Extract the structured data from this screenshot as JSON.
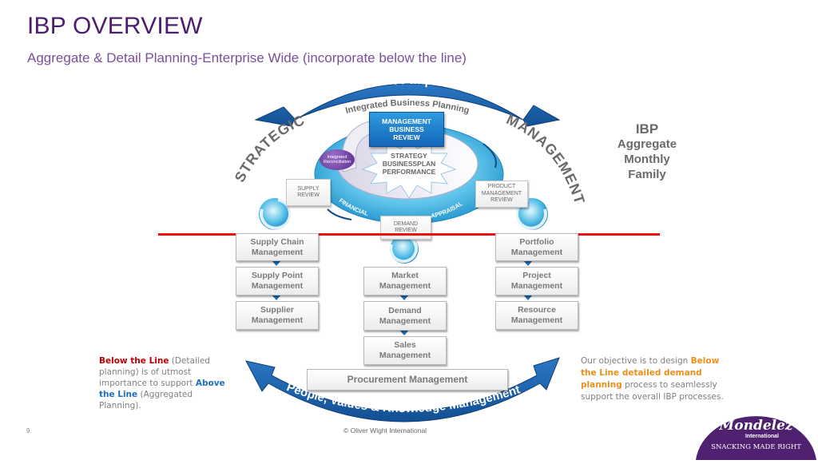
{
  "slide": {
    "title": "IBP OVERVIEW",
    "subtitle": "Aggregate & Detail Planning-Enterprise Wide (incorporate below the line)",
    "page_number": "9",
    "copyright": "© Oliver Wight International"
  },
  "diagram": {
    "top_arc_label": "Performance Improvement",
    "top_subtitle": "Integrated Business Planning",
    "left_arc_label": "STRATEGIC",
    "right_arc_label": "MANAGEMENT",
    "bottom_arc_label": "People, Values & Knowledge Management",
    "center_box": "MANAGEMENT\nBUSINESS\nREVIEW",
    "center_star": "STRATEGY\nBUSINESSPLAN\nPERFORMANCE",
    "integrated_reconciliation": "Integrated\nReconciliation",
    "ring_labels": {
      "financial": "FINANCIAL",
      "appraisal": "APPRAISAL"
    },
    "reviews": {
      "supply": "SUPPLY\nREVIEW",
      "demand": "DEMAND\nREVIEW",
      "product": "PRODUCT\nMANAGEMENT\nREVIEW"
    },
    "columns": {
      "left": [
        "Supply Chain\nManagement",
        "Supply Point\nManagement",
        "Supplier\nManagement"
      ],
      "center": [
        "Market\nManagement",
        "Demand\nManagement",
        "Sales\nManagement"
      ],
      "right": [
        "Portfolio\nManagement",
        "Project\nManagement",
        "Resource\nManagement"
      ]
    },
    "procurement": "Procurement Management",
    "colors": {
      "arc_blue": "#1a5fa8",
      "ring_blue": "#5ec3ea",
      "line_red": "#ee1111",
      "purple": "#5a2c8e"
    }
  },
  "side_label": {
    "line1": "IBP",
    "line2": "Aggregate",
    "line3": "Monthly",
    "line4": "Family"
  },
  "note_left": {
    "highlight1": "Below the Line",
    "text1": " (Detailed planning) is of utmost importance to support ",
    "highlight2": "Above the Line",
    "text2": " (Aggregated Planning)."
  },
  "note_right": {
    "text1": "Our objective is to design ",
    "highlight": "Below the Line detailed demand planning",
    "text2": " process to seamlessly support the overall IBP processes."
  },
  "logo": {
    "brand": "Mondelēz",
    "sub": "International",
    "tagline": "SNACKING MADE RIGHT"
  }
}
